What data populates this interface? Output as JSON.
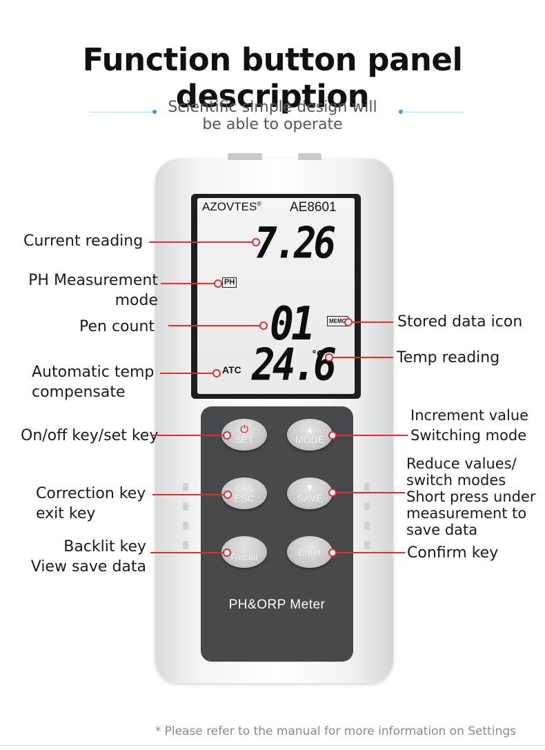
{
  "header": {
    "title": "Function button panel description",
    "subtitle_line1": "Scientific simple design will",
    "subtitle_line2": "be able to operate"
  },
  "device": {
    "brand": "AZOVTES",
    "brand_mark": "®",
    "model": "AE8601",
    "display": {
      "reading": "7.26",
      "pen_count": "01",
      "temperature": "24.6",
      "temperature_unit": "°C",
      "mode_icon": "PH",
      "memo_icon": "MEMO",
      "atc_icon": "ATC"
    },
    "keys": {
      "set_glyph": "⏻",
      "set_label": "SET",
      "mode_glyph": "▲",
      "mode_label": "MODE",
      "cal_label": "CAL",
      "esc_label": "ESC",
      "save_glyph": "▼",
      "save_label": "SAVE",
      "recall_glyph": "☼",
      "recall_label": "Recall",
      "enter_label": "Enter"
    },
    "meter_label": "PH&ORP Meter"
  },
  "callouts": {
    "current_reading": "Current reading",
    "ph_mode_1": "PH Measurement",
    "ph_mode_2": "mode",
    "pen_count": "Pen count",
    "atc_1": "Automatic temp",
    "atc_2": "compensate",
    "stored_data": "Stored data icon",
    "temp_reading": "Temp reading",
    "onoff": "On/off key/set key",
    "increment_1": "Increment value",
    "increment_2": "Switching mode",
    "correction_1": "Correction key",
    "correction_2": "exit key",
    "reduce_1": "Reduce values/",
    "reduce_2": "switch modes",
    "reduce_3": "Short press under",
    "reduce_4": "measurement to",
    "reduce_5": "save data",
    "backlit_1": "Backlit key",
    "backlit_2": "View save data",
    "confirm": "Confirm key"
  },
  "footnote": "* Please refer to the manual for more information on Settings",
  "colors": {
    "callout_red": "#e52b2b",
    "keypad": "#48494b",
    "accent_blue": "#2f9fd6"
  }
}
